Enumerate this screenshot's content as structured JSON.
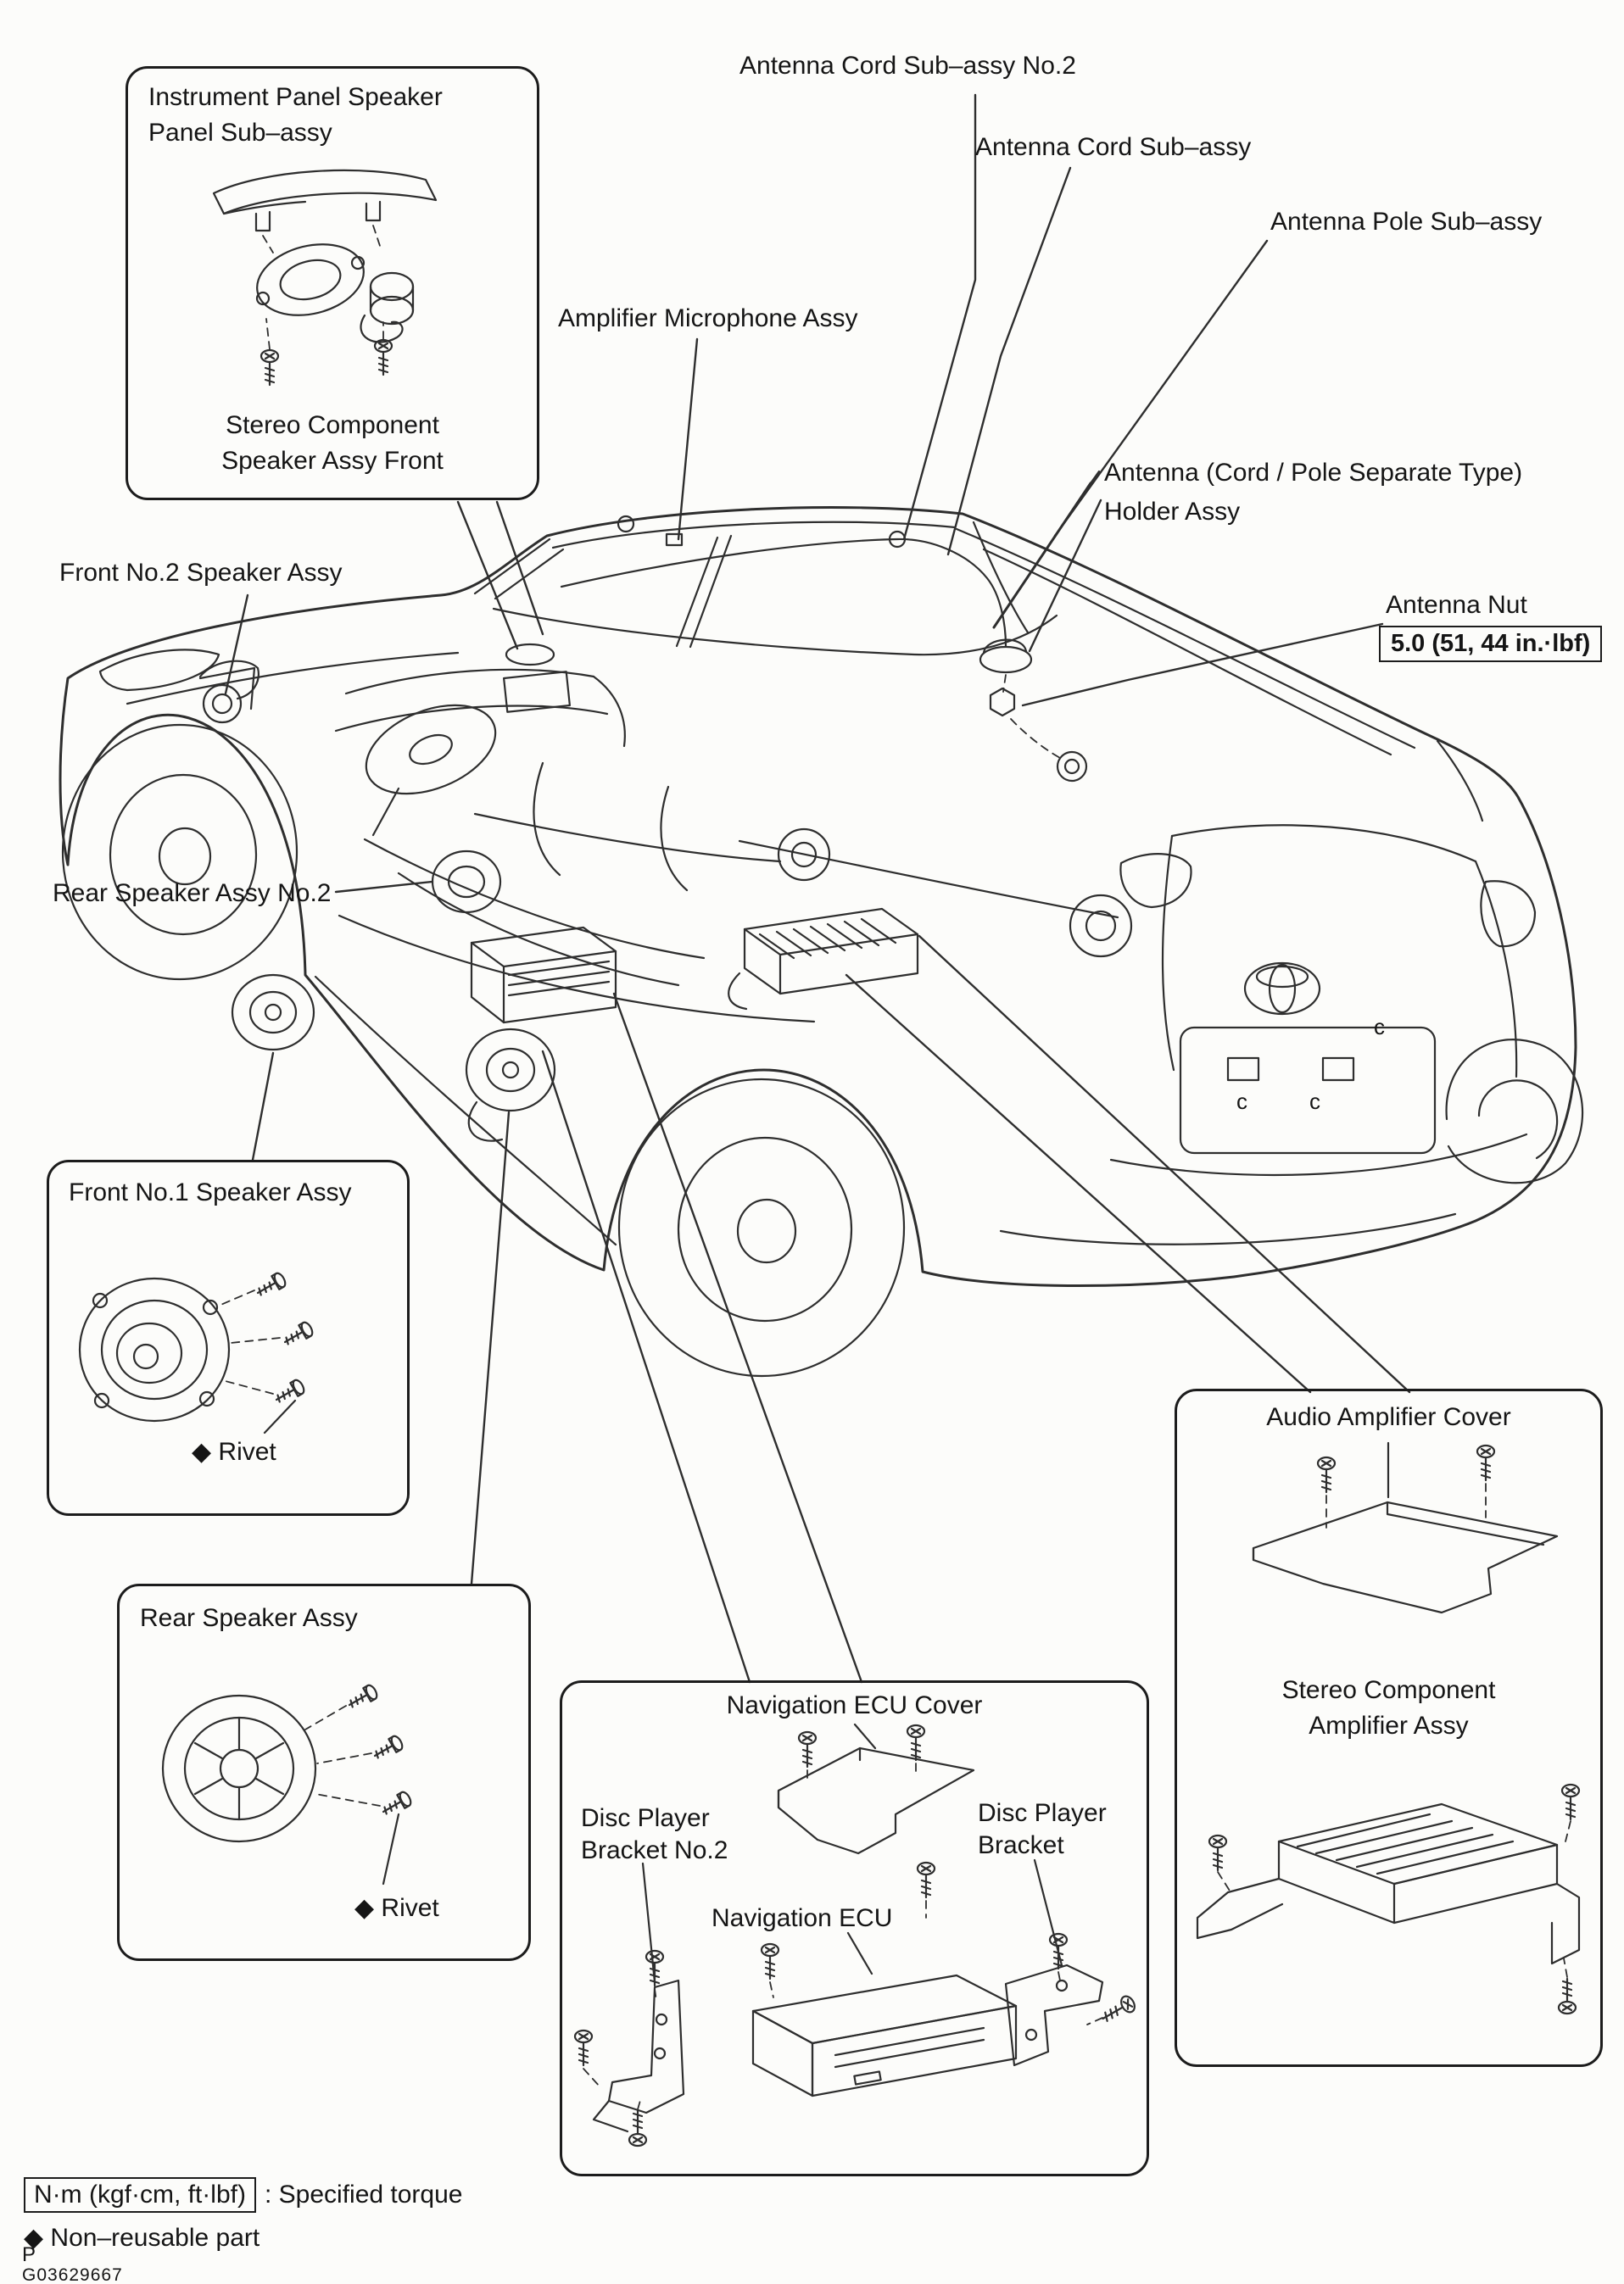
{
  "colors": {
    "ink": "#2e2e2e",
    "paper": "#fcfcfa"
  },
  "labels": {
    "antenna_cord_sub_assy_no2": "Antenna Cord Sub–assy No.2",
    "antenna_cord_sub_assy": "Antenna Cord Sub–assy",
    "antenna_pole_sub_assy": "Antenna Pole Sub–assy",
    "amplifier_microphone_assy": "Amplifier Microphone Assy",
    "antenna_holder_line1": "Antenna (Cord / Pole Separate Type)",
    "antenna_holder_line2": "Holder Assy",
    "front_no2_speaker_assy": "Front No.2 Speaker Assy",
    "antenna_nut": "Antenna Nut",
    "antenna_nut_torque": "5.0 (51, 44 in.·lbf)",
    "rear_speaker_assy_no2": "Rear Speaker Assy No.2"
  },
  "instrument_panel_box": {
    "title_line1": "Instrument Panel Speaker",
    "title_line2": "Panel Sub–assy",
    "caption_line1": "Stereo Component",
    "caption_line2": "Speaker Assy Front"
  },
  "front_no1_box": {
    "title": "Front No.1 Speaker Assy",
    "rivet": "◆ Rivet"
  },
  "rear_speaker_box": {
    "title": "Rear Speaker Assy",
    "rivet": "◆ Rivet"
  },
  "audio_amplifier_box": {
    "title": "Audio Amplifier Cover",
    "caption_line1": "Stereo Component",
    "caption_line2": "Amplifier Assy"
  },
  "navigation_box": {
    "title": "Navigation ECU Cover",
    "disc_bracket_no2_line1": "Disc Player",
    "disc_bracket_no2_line2": "Bracket No.2",
    "disc_bracket_line1": "Disc Player",
    "disc_bracket_line2": "Bracket",
    "navigation_ecu": "Navigation ECU"
  },
  "legend": {
    "torque_symbol": "N·m (kgf·cm, ft·lbf)",
    "torque_meaning": ": Specified torque",
    "non_reusable": "◆ Non–reusable part"
  },
  "rear_panel_marks": {
    "mark1": "c",
    "mark2": "c",
    "mark3": "c"
  },
  "footer": {
    "page_marker": "P",
    "figure_id": "G03629667"
  }
}
